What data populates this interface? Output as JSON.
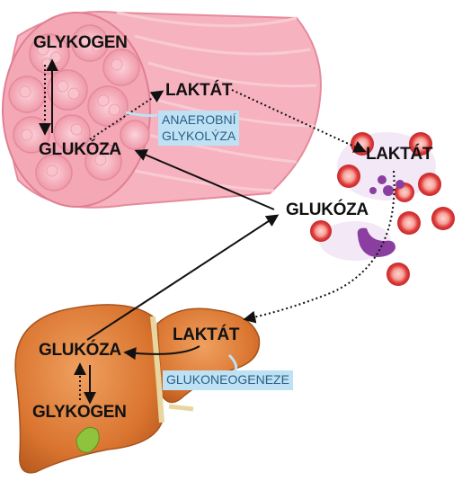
{
  "muscle": {
    "glycogen": "GLYKOGEN",
    "glucose": "GLUKÓZA",
    "lactate": "LAKTÁT",
    "process_line1": "ANAEROBNÍ",
    "process_line2": "GLYKOLÝZA"
  },
  "blood": {
    "lactate": "LAKTÁT",
    "glucose": "GLUKÓZA"
  },
  "liver": {
    "lactate": "LAKTÁT",
    "glucose": "GLUKÓZA",
    "glycogen": "GLYKOGEN",
    "process": "GLUKONEOGENEZE"
  },
  "colors": {
    "muscle": "#f3a9b5",
    "liver": "#d9742f",
    "blood_cell": "#e23b3b",
    "white_cell": "#8a3fa0",
    "process_box": "#bfe1f4",
    "arrow": "#111111"
  }
}
